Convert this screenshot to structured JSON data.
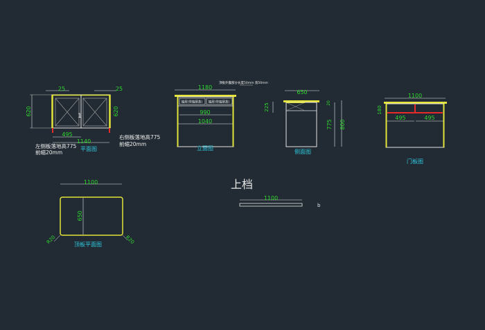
{
  "colors": {
    "background": "#222b33",
    "outline": "#e6e6e6",
    "yellow": "#e4e43a",
    "dimension": "#2fd82f",
    "caption": "#2fc6de",
    "red": "#e82a2a",
    "grey": "#a0a0a0",
    "white": "#f0f0f0"
  },
  "plan": {
    "dim_25_left": "25",
    "dim_25_right": "25",
    "dim_620_left": "620",
    "dim_620_right": "620",
    "dim_495": "495",
    "dim_1140": "1140",
    "center_mark": "1",
    "note_left_1": "左侧板落地高775",
    "note_left_2": "前缩20mm",
    "note_right_1": "右侧板落地高775",
    "note_right_2": "前缩20mm",
    "caption": "平面图"
  },
  "elevation": {
    "dim_1180": "1180",
    "note": "顶板外露部分长度50mm 宽50mm",
    "drawer_left": "抽屉(带抽屉盒)",
    "drawer_right": "抽屉(带抽屉盒)",
    "dim_990": "990",
    "dim_1040": "1040",
    "caption": "立面图"
  },
  "side": {
    "dim_650": "650",
    "dim_225": "225",
    "dim_20": "20",
    "dim_775": "775",
    "dim_800": "800",
    "caption": "侧面图"
  },
  "door": {
    "dim_1100": "1100",
    "dim_180": "180",
    "dim_495_left": "495",
    "dim_495_right": "495",
    "caption": "门板图"
  },
  "top_plan": {
    "dim_1100": "1100",
    "dim_650": "650",
    "corner_left": "R20",
    "corner_right": "R20",
    "caption": "顶板平面图"
  },
  "upper_rail": {
    "title": "上档",
    "dim_1100": "1100",
    "mark": "b"
  }
}
